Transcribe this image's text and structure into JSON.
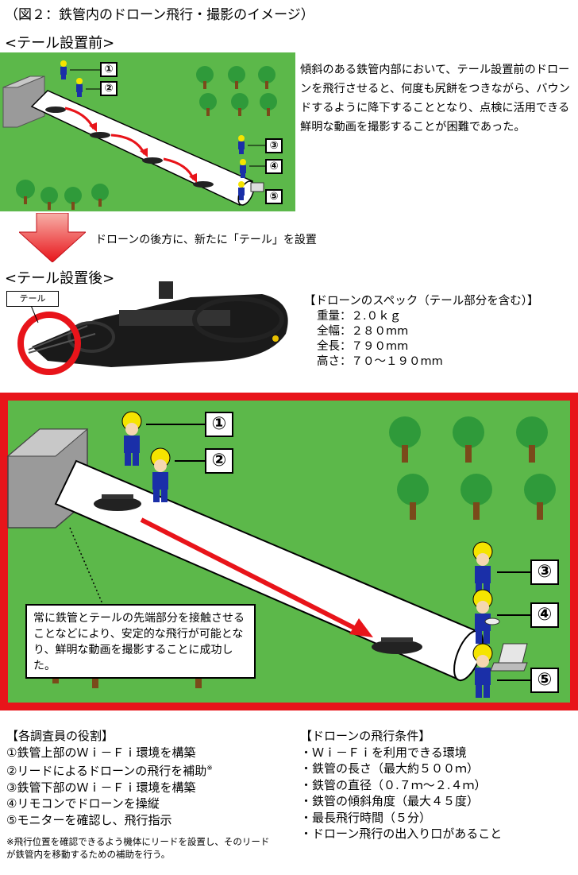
{
  "title": "（図２：鉄管内のドローン飛行・撮影のイメージ）",
  "before": {
    "heading": "<テール設置前>",
    "description": "傾斜のある鉄管内部において、テール設置前のドローンを飛行させると、何度も尻餅をつきながら、バウンドするように降下することとなり、点検に活用できる鮮明な動画を撮影することが困難であった。"
  },
  "arrow_text": "ドローンの後方に、新たに「テール」を設置",
  "after": {
    "heading": "<テール設置後>",
    "tail_label": "テール"
  },
  "specs": {
    "heading": "【ドローンのスペック（テール部分を含む）】",
    "items": [
      "重量：２.０ｋｇ",
      "全幅：２８０mm",
      "全長：７９０mm",
      "高さ：７０～１９０mm"
    ]
  },
  "callout": "常に鉄管とテールの先端部分を接触させることなどにより、安定的な飛行が可能となり、鮮明な動画を撮影することに成功した。",
  "markers": [
    "①",
    "②",
    "③",
    "④",
    "⑤"
  ],
  "roles": {
    "heading": "【各調査員の役割】",
    "items": [
      "①鉄管上部のＷｉ－Ｆｉ環境を構築",
      "②リードによるドローンの飛行を補助",
      "③鉄管下部のＷｉ－Ｆｉ環境を構築",
      "④リモコンでドローンを操縦",
      "⑤モニターを確認し、飛行指示"
    ],
    "note_mark": "※",
    "note": "※飛行位置を確認できるよう機体にリードを設置し、そのリードが鉄管内を移動するための補助を行う。"
  },
  "conditions": {
    "heading": "【ドローンの飛行条件】",
    "items": [
      "・Ｗｉ－Ｆｉを利用できる環境",
      "・鉄管の長さ（最大約５００ｍ）",
      "・鉄管の直径（０.７ｍ～２.４ｍ）",
      "・鉄管の傾斜角度（最大４５度）",
      "・最長飛行時間（５分）",
      "・ドローン飛行の出入り口があること"
    ]
  },
  "colors": {
    "grass": "#5cb84a",
    "frame_red": "#e8141a",
    "arrow_red": "#e8141a",
    "tree": "#2f9a3a",
    "worker_blue": "#1a2fa8",
    "helmet_yellow": "#f5e400"
  }
}
